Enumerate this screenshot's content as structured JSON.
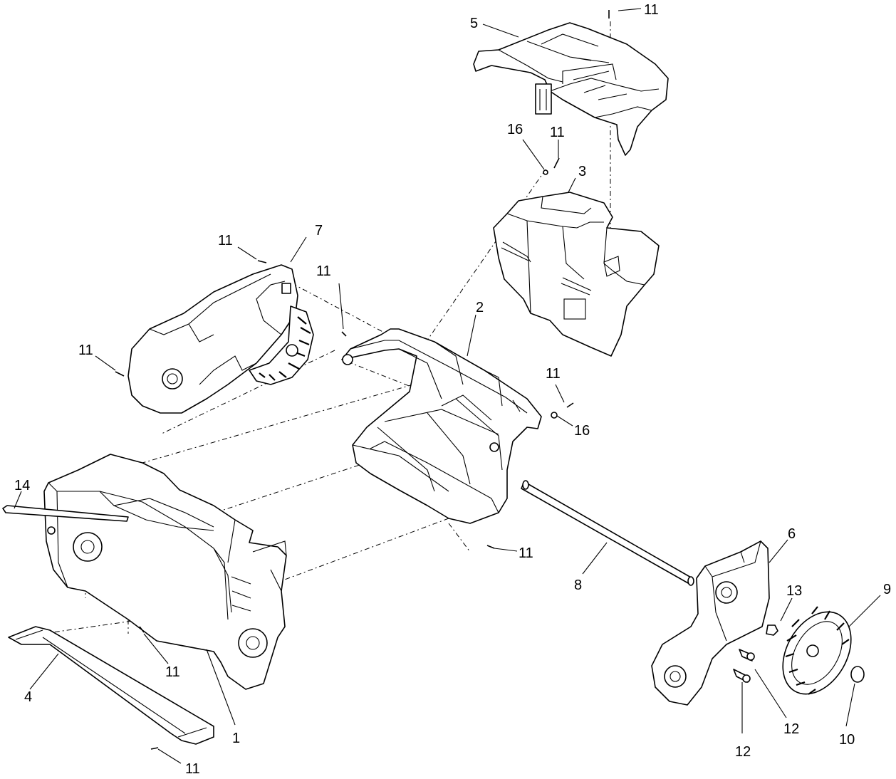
{
  "callouts": [
    {
      "id": "c11a",
      "text": "11"
    },
    {
      "id": "c5",
      "text": "5"
    },
    {
      "id": "c16a",
      "text": "16"
    },
    {
      "id": "c11b",
      "text": "11"
    },
    {
      "id": "c3",
      "text": "3"
    },
    {
      "id": "c11c",
      "text": "11"
    },
    {
      "id": "c7",
      "text": "7"
    },
    {
      "id": "c11d",
      "text": "11"
    },
    {
      "id": "c2",
      "text": "2"
    },
    {
      "id": "c11e",
      "text": "11"
    },
    {
      "id": "c11f",
      "text": "11"
    },
    {
      "id": "c16b",
      "text": "16"
    },
    {
      "id": "c14",
      "text": "14"
    },
    {
      "id": "c11g",
      "text": "11"
    },
    {
      "id": "c6",
      "text": "6"
    },
    {
      "id": "c8",
      "text": "8"
    },
    {
      "id": "c13",
      "text": "13"
    },
    {
      "id": "c9",
      "text": "9"
    },
    {
      "id": "c11h",
      "text": "11"
    },
    {
      "id": "c4",
      "text": "4"
    },
    {
      "id": "c1",
      "text": "1"
    },
    {
      "id": "c12a",
      "text": "12"
    },
    {
      "id": "c12b",
      "text": "12"
    },
    {
      "id": "c10",
      "text": "10"
    },
    {
      "id": "c11i",
      "text": "11"
    }
  ]
}
